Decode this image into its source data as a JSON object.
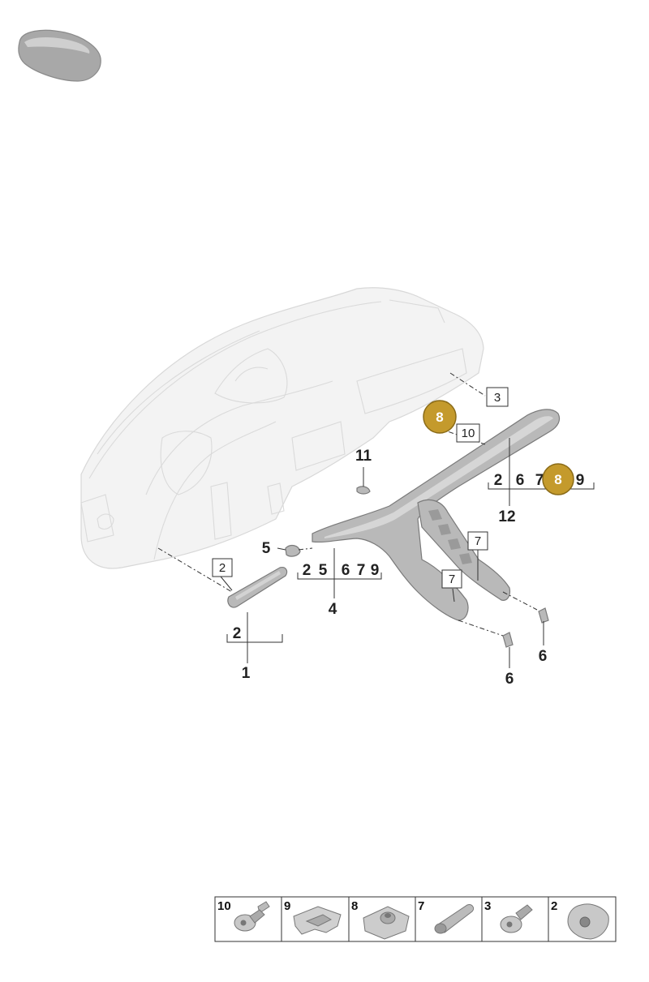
{
  "callouts": {
    "c1": "1",
    "c2a": "2",
    "c2b": "2",
    "c3": "3",
    "c4": "4",
    "c5": "5",
    "c6a": "6",
    "c6b": "6",
    "c7a": "7",
    "c7b": "7",
    "c10": "10",
    "c11": "11",
    "c12": "12",
    "g4": [
      "2",
      "5",
      "6",
      "7",
      "9"
    ],
    "g12": [
      "2",
      "6",
      "7",
      "8",
      "9"
    ],
    "badge_a": "8",
    "badge_b": "8"
  },
  "legend": [
    "10",
    "9",
    "8",
    "7",
    "3",
    "2"
  ],
  "colors": {
    "badge": "#c49a2c",
    "badge_stroke": "#8a6b18",
    "part": "#b9b9b9",
    "ghost": "#f3f3f3"
  },
  "icons": [
    "car-thumbnail-icon",
    "screw-icon",
    "clip-icon",
    "nut-icon",
    "plug-icon",
    "screw-icon",
    "grommet-icon"
  ]
}
